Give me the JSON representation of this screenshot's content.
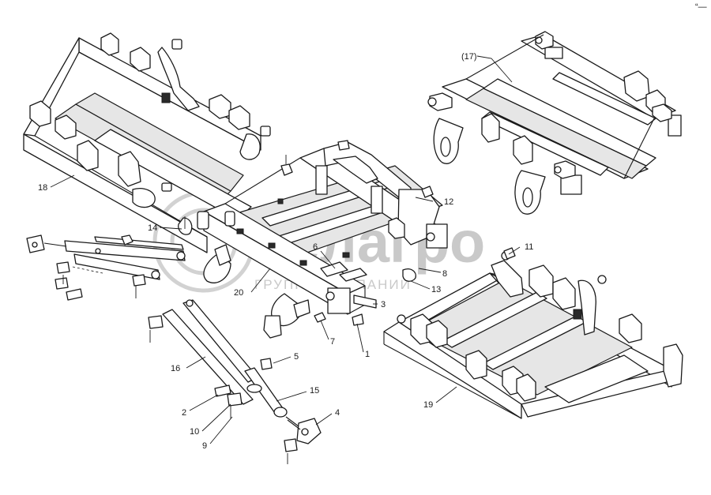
{
  "diagram": {
    "corner_mark": "“—",
    "callouts": [
      {
        "id": "c1",
        "label": "1"
      },
      {
        "id": "c2",
        "label": "2"
      },
      {
        "id": "c3",
        "label": "3"
      },
      {
        "id": "c4",
        "label": "4"
      },
      {
        "id": "c5",
        "label": "5"
      },
      {
        "id": "c6",
        "label": "6"
      },
      {
        "id": "c7",
        "label": "7"
      },
      {
        "id": "c8",
        "label": "8"
      },
      {
        "id": "c9",
        "label": "9"
      },
      {
        "id": "c10",
        "label": "10"
      },
      {
        "id": "c11",
        "label": "11"
      },
      {
        "id": "c12",
        "label": "12"
      },
      {
        "id": "c13",
        "label": "13"
      },
      {
        "id": "c14",
        "label": "14"
      },
      {
        "id": "c15",
        "label": "15"
      },
      {
        "id": "c16",
        "label": "16"
      },
      {
        "id": "c17",
        "label": "(17)"
      },
      {
        "id": "c18",
        "label": "18"
      },
      {
        "id": "c19",
        "label": "19"
      },
      {
        "id": "c20",
        "label": "20"
      }
    ],
    "watermark": {
      "brand": "белагро",
      "tagline": "ГРУППА КОМПАНИЙ"
    }
  }
}
